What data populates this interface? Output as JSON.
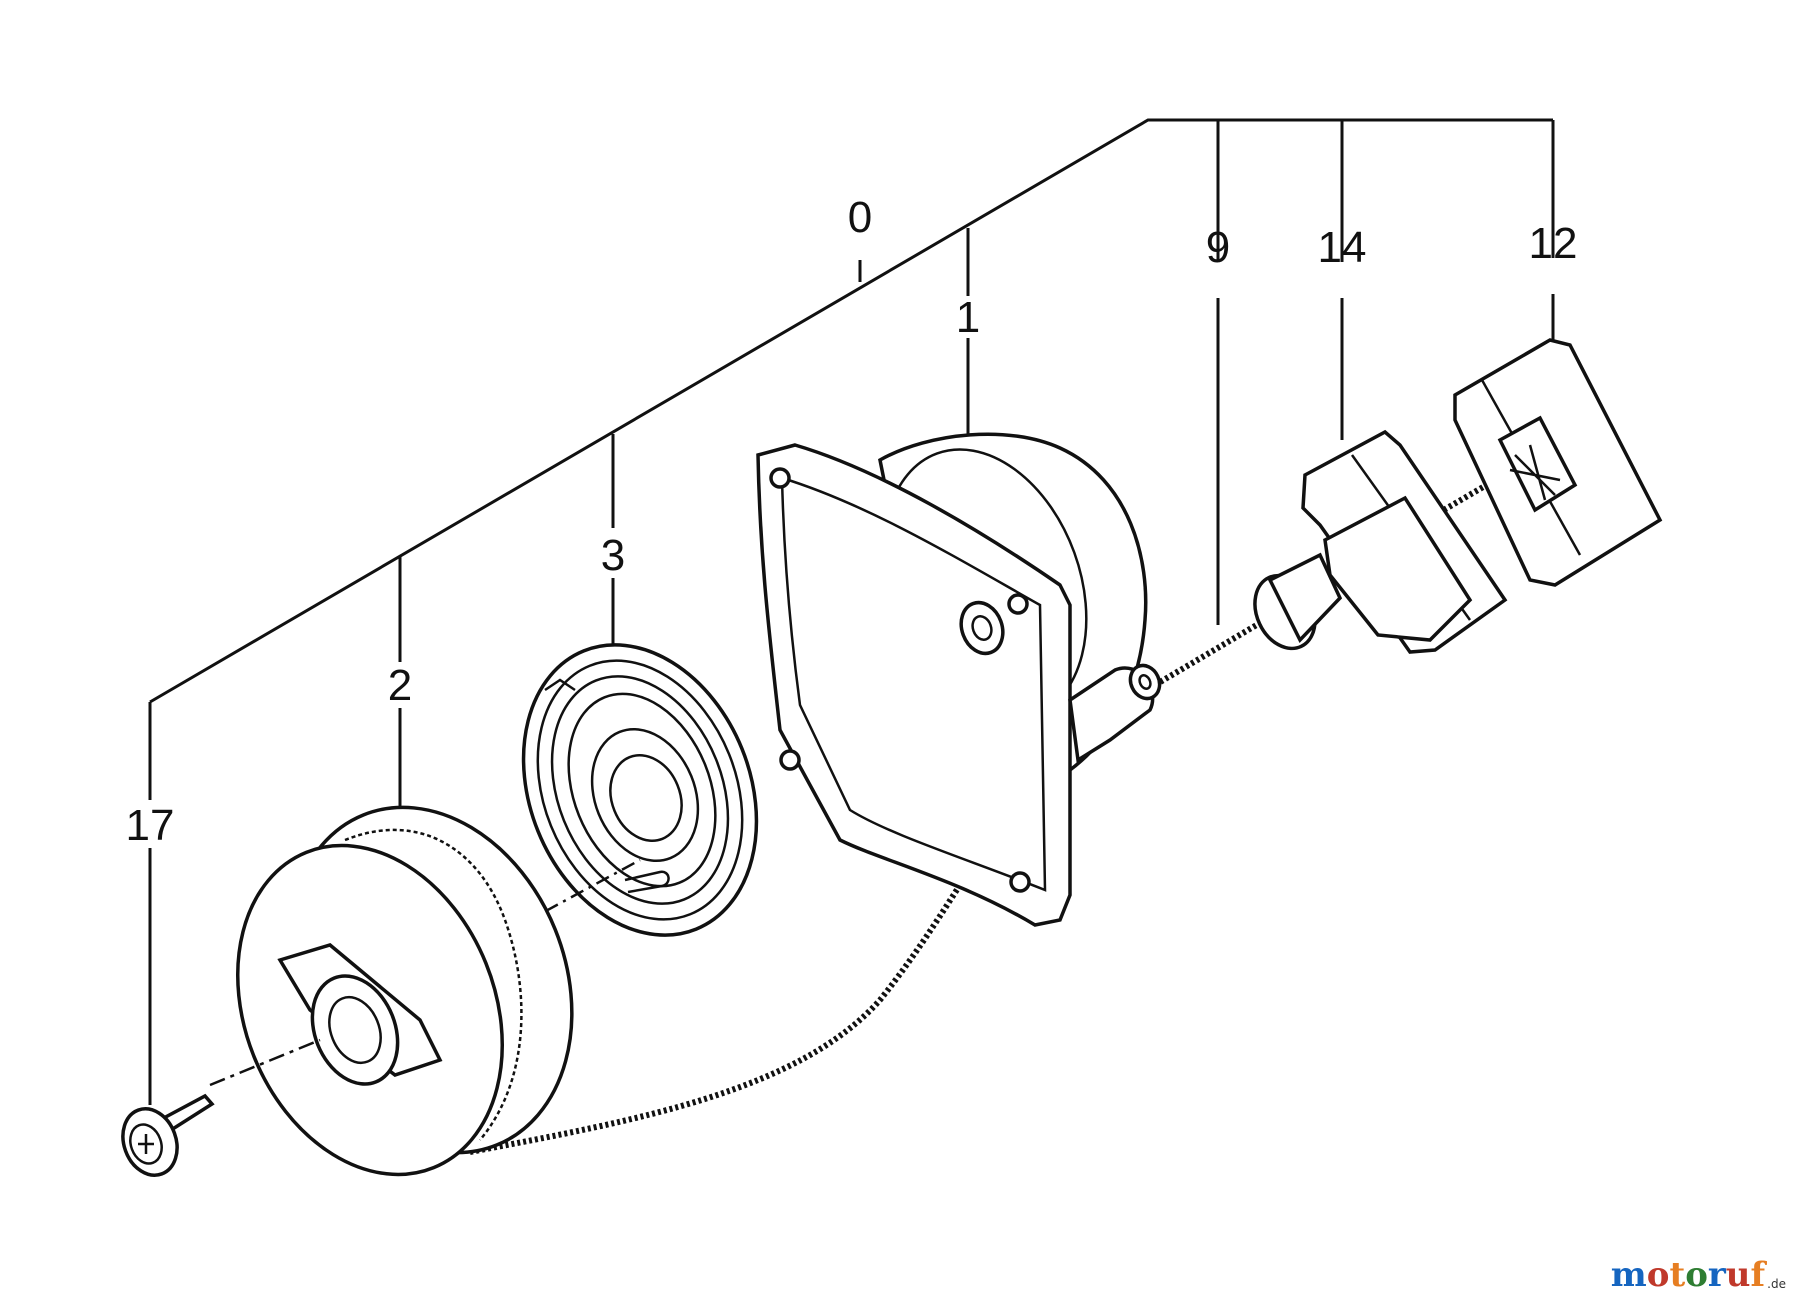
{
  "diagram": {
    "callouts": [
      {
        "id": "0",
        "label": "0"
      },
      {
        "id": "1",
        "label": "1"
      },
      {
        "id": "2",
        "label": "2"
      },
      {
        "id": "3",
        "label": "3"
      },
      {
        "id": "9",
        "label": "9"
      },
      {
        "id": "12",
        "label": "12"
      },
      {
        "id": "14",
        "label": "14"
      },
      {
        "id": "17",
        "label": "17"
      }
    ],
    "parts": [
      {
        "id": "screw",
        "icon": "screw-icon"
      },
      {
        "id": "pulley",
        "icon": "pulley-icon"
      },
      {
        "id": "spring",
        "icon": "recoil-spring-icon"
      },
      {
        "id": "housing",
        "icon": "starter-housing-icon"
      },
      {
        "id": "rope",
        "icon": "starter-rope-icon"
      },
      {
        "id": "grip",
        "icon": "starter-grip-icon"
      },
      {
        "id": "grip-cap",
        "icon": "grip-cap-icon"
      }
    ]
  },
  "watermark": {
    "text": "motoruf",
    "suffix": ".de",
    "colors": [
      "#c0392b",
      "#e67e22",
      "#2e7d32",
      "#1565c0"
    ]
  }
}
